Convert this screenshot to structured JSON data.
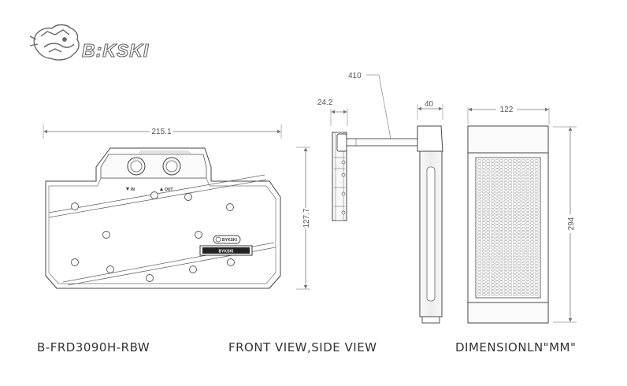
{
  "brand": {
    "logo_text": "B:KSKI"
  },
  "dimensions": {
    "block_width": "215.1",
    "block_height": "127.7",
    "side_thickness": "24.2",
    "tube_length": "410",
    "radiator_thickness": "40",
    "radiator_width": "122",
    "radiator_height": "294"
  },
  "block_labels": {
    "in": "IN",
    "out": "OUT",
    "badge": "BYKSKI",
    "plate": "BYKSKI"
  },
  "captions": {
    "model": "B-FRD3090H-RBW",
    "views": "FRONT VIEW,SIDE VIEW",
    "units": "DIMENSIONLN\"MM\""
  },
  "colors": {
    "line": "#444444",
    "dimension": "#777777",
    "text": "#333333"
  }
}
